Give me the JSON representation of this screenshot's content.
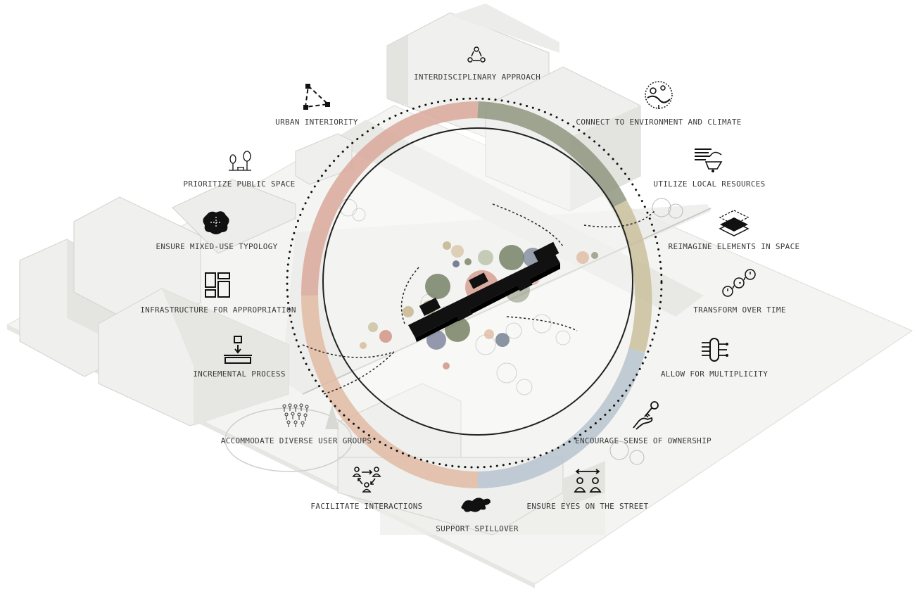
{
  "principles": [
    {
      "key": "interdisciplinary",
      "label": "INTERDISCIPLINARY APPROACH",
      "icon": "cycle-icon"
    },
    {
      "key": "urban-interiority",
      "label": "URBAN INTERIORITY",
      "icon": "triangle-frame-icon"
    },
    {
      "key": "environment",
      "label": "CONNECT TO ENVIRONMENT AND CLIMATE",
      "icon": "globe-icon"
    },
    {
      "key": "public-space",
      "label": "PRIORITIZE PUBLIC SPACE",
      "icon": "trees-bench-icon"
    },
    {
      "key": "local-resources",
      "label": "UTILIZE LOCAL RESOURCES",
      "icon": "resources-icon"
    },
    {
      "key": "mixed-use",
      "label": "ENSURE MIXED-USE TYPOLOGY",
      "icon": "blob-icon"
    },
    {
      "key": "reimagine",
      "label": "REIMAGINE ELEMENTS IN SPACE",
      "icon": "layers-icon"
    },
    {
      "key": "appropriation",
      "label": "INFRASTRUCTURE FOR APPROPRIATION",
      "icon": "grid-blocks-icon"
    },
    {
      "key": "transform",
      "label": "TRANSFORM OVER TIME",
      "icon": "clocks-icon"
    },
    {
      "key": "incremental",
      "label": "INCREMENTAL PROCESS",
      "icon": "stack-arrow-icon"
    },
    {
      "key": "multiplicity",
      "label": "ALLOW FOR MULTIPLICITY",
      "icon": "multiplicity-icon"
    },
    {
      "key": "diverse-users",
      "label": "ACCOMMODATE DIVERSE USER GROUPS",
      "icon": "crowd-icon"
    },
    {
      "key": "ownership",
      "label": "ENCOURAGE SENSE OF OWNERSHIP",
      "icon": "hand-key-icon"
    },
    {
      "key": "interactions",
      "label": "FACILITATE INTERACTIONS",
      "icon": "people-network-icon"
    },
    {
      "key": "eyes-street",
      "label": "ENSURE EYES ON THE STREET",
      "icon": "two-people-icon"
    },
    {
      "key": "spillover",
      "label": "SUPPORT SPILLOVER",
      "icon": "splash-icon"
    }
  ],
  "colors": {
    "ring_rose": "#d9a89b",
    "ring_olive": "#8f977f",
    "ring_khaki": "#c9bf9c",
    "ring_blue": "#b6c3cf",
    "ring_peach": "#e0bba3",
    "building": "#ececea",
    "building_shade": "#dededb",
    "ink": "#111111"
  }
}
